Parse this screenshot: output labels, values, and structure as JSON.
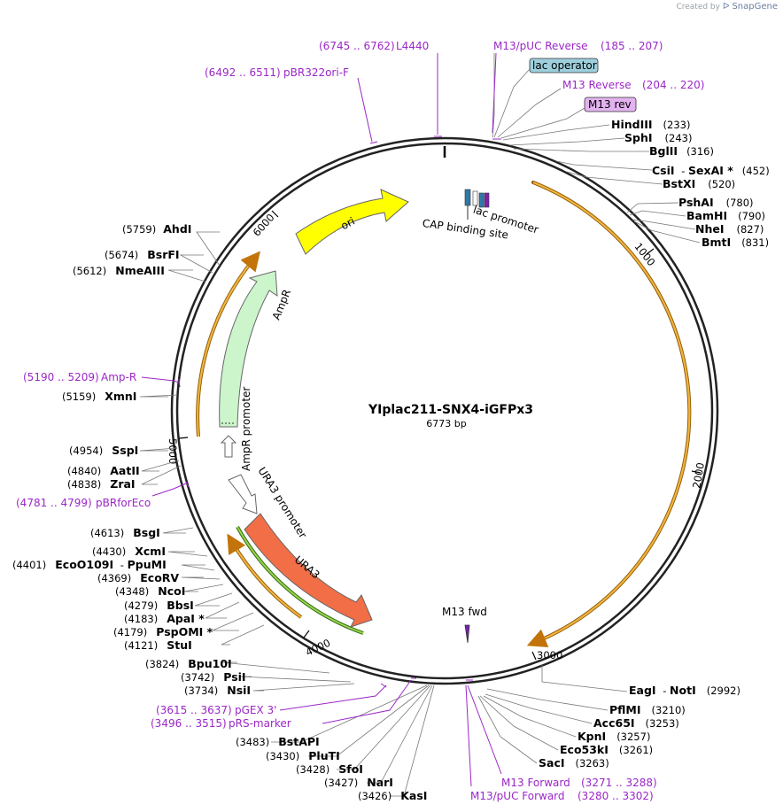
{
  "credit": {
    "prefix": "Created by",
    "brand": "SnapGene"
  },
  "plasmid": {
    "name": "YIplac211-SNX4-iGFPx3",
    "length": "6773 bp"
  },
  "ticks": [
    "1000",
    "2000",
    "3000",
    "4000",
    "5000",
    "6000"
  ],
  "colors": {
    "feature_label": "#9b27c7",
    "ori": "#ffff00",
    "ampr": "#ccf5cc",
    "ura3": "#f26e46",
    "orf": "#f2a417",
    "lac_operator": "#9ecfdc",
    "m13_rev": "#e3b2f0"
  },
  "features": {
    "ori": "ori",
    "ampr": "AmpR",
    "ampr_promoter": "AmpR promoter",
    "ura3": "URA3",
    "ura3_promoter": "URA3 promoter",
    "lac_promoter": "lac promoter",
    "cap_site": "CAP binding site",
    "m13_fwd": "M13 fwd",
    "lac_operator": "lac operator",
    "m13_rev": "M13 rev"
  },
  "primers": [
    {
      "pos": "(6745 .. 6762)",
      "name": "L4440"
    },
    {
      "name": "M13/pUC Reverse",
      "pos": "(185 .. 207)"
    },
    {
      "pos": "(6492 .. 6511)",
      "name": "pBR322ori-F"
    },
    {
      "name": "M13 Reverse",
      "pos": "(204 .. 220)"
    },
    {
      "pos": "(5190 .. 5209)",
      "name": "Amp-R"
    },
    {
      "pos": "(4781 .. 4799)",
      "name": "pBRforEco"
    },
    {
      "pos": "(3615 .. 3637)",
      "name": "pGEX 3'"
    },
    {
      "pos": "(3496 .. 3515)",
      "name": "pRS-marker"
    },
    {
      "name": "M13 Forward",
      "pos": "(3271 .. 3288)"
    },
    {
      "name": "M13/pUC Forward",
      "pos": "(3280 .. 3302)"
    }
  ],
  "sites_right": [
    {
      "name": "HindIII",
      "pos": "(233)"
    },
    {
      "name": "SphI",
      "pos": "(243)"
    },
    {
      "name": "BglII",
      "pos": "(316)"
    },
    {
      "name": "CsiI",
      "sep": " - ",
      "name2": "SexAI *",
      "pos": "(452)"
    },
    {
      "name": "BstXI",
      "pos": "(520)"
    },
    {
      "name": "PshAI",
      "pos": "(780)"
    },
    {
      "name": "BamHI",
      "pos": "(790)"
    },
    {
      "name": "NheI",
      "pos": "(827)"
    },
    {
      "name": "BmtI",
      "pos": "(831)"
    },
    {
      "name": "EagI",
      "sep": " - ",
      "name2": "NotI",
      "pos": "(2992)"
    },
    {
      "name": "PflMI",
      "pos": "(3210)"
    },
    {
      "name": "Acc65I",
      "pos": "(3253)"
    },
    {
      "name": "KpnI",
      "pos": "(3257)"
    },
    {
      "name": "Eco53kI",
      "pos": "(3261)"
    },
    {
      "name": "SacI",
      "pos": "(3263)"
    }
  ],
  "sites_left": [
    {
      "pos": "(5759)",
      "name": "AhdI"
    },
    {
      "pos": "(5674)",
      "name": "BsrFI"
    },
    {
      "pos": "(5612)",
      "name": "NmeAIII"
    },
    {
      "pos": "(5159)",
      "name": "XmnI"
    },
    {
      "pos": "(4954)",
      "name": "SspI"
    },
    {
      "pos": "(4840)",
      "name": "AatII"
    },
    {
      "pos": "(4838)",
      "name": "ZraI"
    },
    {
      "pos": "(4613)",
      "name": "BsgI"
    },
    {
      "pos": "(4430)",
      "name": "XcmI"
    },
    {
      "pos": "(4401)",
      "name": "EcoO109I",
      "sep": " - ",
      "name2": "PpuMI"
    },
    {
      "pos": "(4369)",
      "name": "EcoRV"
    },
    {
      "pos": "(4348)",
      "name": "NcoI"
    },
    {
      "pos": "(4279)",
      "name": "BbsI"
    },
    {
      "pos": "(4183)",
      "name": "ApaI *"
    },
    {
      "pos": "(4179)",
      "name": "PspOMI *"
    },
    {
      "pos": "(4121)",
      "name": "StuI"
    },
    {
      "pos": "(3824)",
      "name": "Bpu10I"
    },
    {
      "pos": "(3742)",
      "name": "PsiI"
    },
    {
      "pos": "(3734)",
      "name": "NsiI"
    },
    {
      "pos": "(3483)",
      "name": "BstAPI"
    },
    {
      "pos": "(3430)",
      "name": "PluTI"
    },
    {
      "pos": "(3428)",
      "name": "SfoI"
    },
    {
      "pos": "(3427)",
      "name": "NarI"
    },
    {
      "pos": "(3426)",
      "name": "KasI"
    }
  ]
}
